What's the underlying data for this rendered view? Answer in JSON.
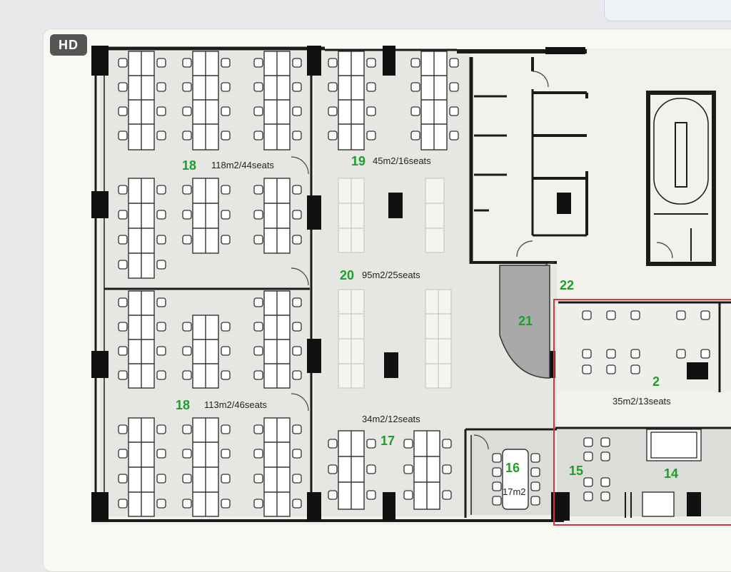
{
  "viewer": {
    "badge": "HD"
  },
  "floorplan": {
    "colors": {
      "room_number": "#1f9d2a",
      "wall": "#1b1b1b",
      "zone_outline": "#d9343e",
      "floor": "#e8e8e5",
      "corridor": "#bdbdbd"
    },
    "rooms": [
      {
        "number": "18",
        "area": "118m2/44seats"
      },
      {
        "number": "19",
        "area": "45m2/16seats"
      },
      {
        "number": "20",
        "area": "95m2/25seats"
      },
      {
        "number": "18",
        "area": "113m2/46seats"
      },
      {
        "number": "17",
        "area": "34m2/12seats"
      },
      {
        "number": "16",
        "area": "17m2"
      },
      {
        "number": "15",
        "area": ""
      },
      {
        "number": "14",
        "area": ""
      },
      {
        "number": "2",
        "area": "35m2/13seats"
      },
      {
        "number": "21",
        "area": ""
      },
      {
        "number": "22",
        "area": ""
      }
    ]
  }
}
